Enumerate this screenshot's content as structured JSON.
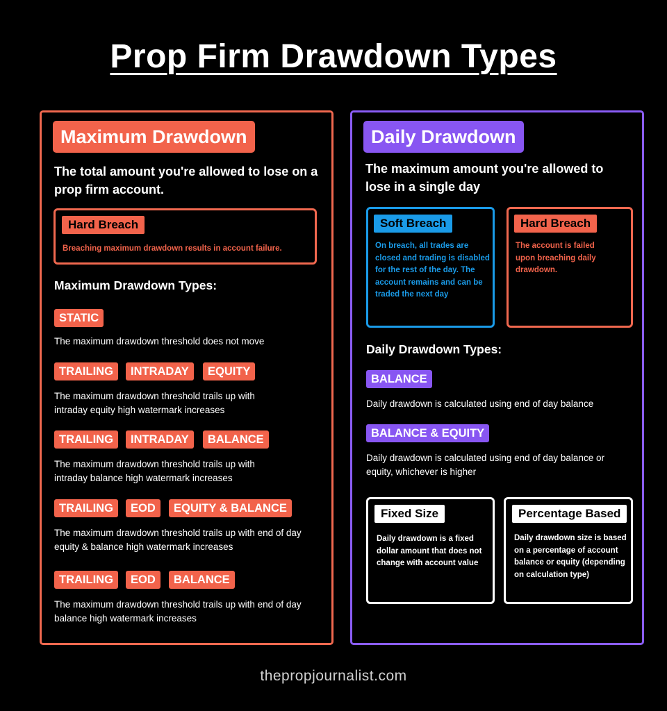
{
  "title": "Prop Firm Drawdown Types",
  "colors": {
    "orange": "#f2634b",
    "purple": "#8856f2",
    "blue": "#1a9be8",
    "background": "#000000"
  },
  "left": {
    "heading": "Maximum Drawdown",
    "description": "The total amount you're allowed to lose on a prop firm account.",
    "hard_breach": {
      "label": "Hard Breach",
      "text": "Breaching maximum drawdown results in account failure."
    },
    "types_title": "Maximum Drawdown Types:",
    "types": [
      {
        "tags": [
          "STATIC"
        ],
        "text": "The maximum drawdown threshold does not move"
      },
      {
        "tags": [
          "TRAILING",
          "INTRADAY",
          "EQUITY"
        ],
        "text": "The maximum drawdown threshold trails up with intraday equity high watermark increases"
      },
      {
        "tags": [
          "TRAILING",
          "INTRADAY",
          "BALANCE"
        ],
        "text": "The maximum drawdown threshold trails up with intraday balance high watermark increases"
      },
      {
        "tags": [
          "TRAILING",
          "EOD",
          "EQUITY & BALANCE"
        ],
        "text": "The maximum drawdown threshold trails up with end of day equity & balance high watermark increases"
      },
      {
        "tags": [
          "TRAILING",
          "EOD",
          "BALANCE"
        ],
        "text": "The maximum drawdown threshold trails up with end of day balance high watermark increases"
      }
    ]
  },
  "right": {
    "heading": "Daily Drawdown",
    "description": "The maximum amount you're allowed to lose in a single day",
    "soft_breach": {
      "label": "Soft Breach",
      "text": "On breach, all trades are closed and trading is disabled for the rest of the day. The account remains and can be traded the next day"
    },
    "hard_breach": {
      "label": "Hard Breach",
      "text": "The account is failed upon breaching daily drawdown."
    },
    "types_title": "Daily Drawdown Types:",
    "types": [
      {
        "tag": "BALANCE",
        "text": "Daily drawdown is calculated using end of day balance"
      },
      {
        "tag": "BALANCE & EQUITY",
        "text": "Daily drawdown is calculated using end of day balance or equity, whichever is higher"
      }
    ],
    "fixed_size": {
      "label": "Fixed Size",
      "text": "Daily drawdown is a fixed dollar amount that does not change with account value"
    },
    "percentage_based": {
      "label": "Percentage Based",
      "text": "Daily drawdown size is based on a percentage of account balance or equity (depending on calculation type)"
    }
  },
  "footer": "thepropjournalist.com"
}
